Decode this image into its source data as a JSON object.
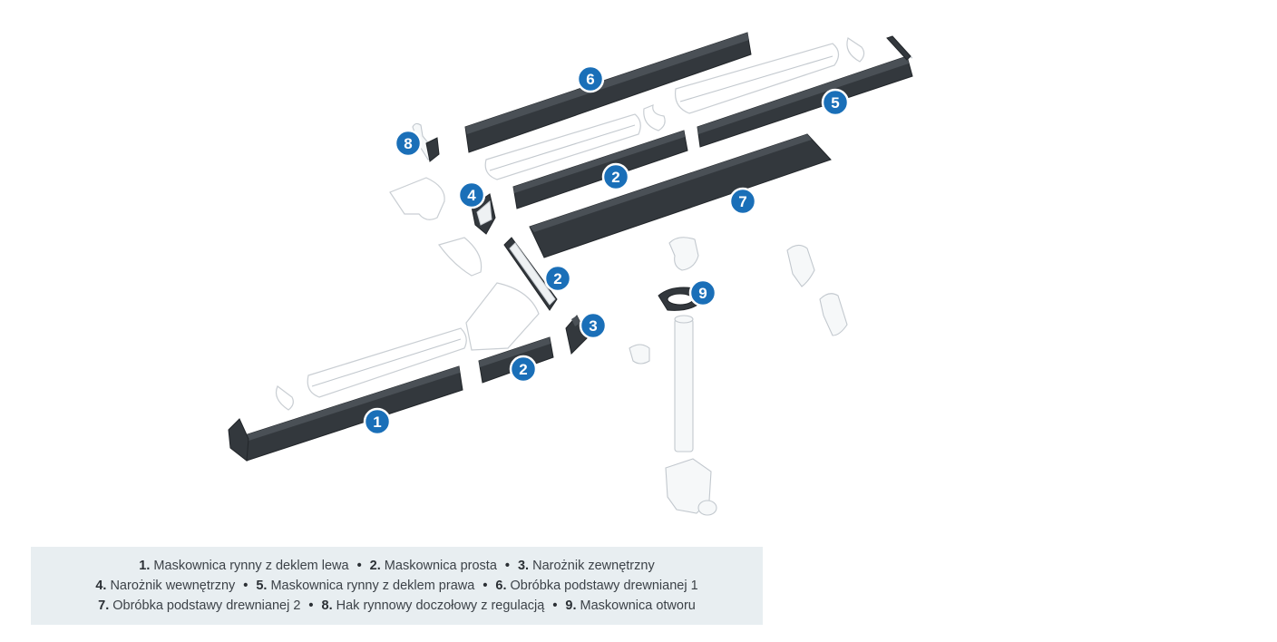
{
  "badges": [
    {
      "id": "1"
    },
    {
      "id": "2"
    },
    {
      "id": "3"
    },
    {
      "id": "4"
    },
    {
      "id": "5"
    },
    {
      "id": "6"
    },
    {
      "id": "7"
    },
    {
      "id": "8"
    },
    {
      "id": "9"
    }
  ],
  "legend": {
    "rows": [
      [
        {
          "num": "1.",
          "text": "Maskownica rynny z deklem lewa"
        },
        {
          "num": "2.",
          "text": "Maskownica prosta"
        },
        {
          "num": "3.",
          "text": "Narożnik zewnętrzny"
        }
      ],
      [
        {
          "num": "4.",
          "text": "Narożnik wewnętrzny"
        },
        {
          "num": "5.",
          "text": "Maskownica rynny z deklem prawa"
        },
        {
          "num": "6.",
          "text": "Obróbka podstawy drewnianej 1"
        }
      ],
      [
        {
          "num": "7.",
          "text": "Obróbka podstawy drewnianej 2"
        },
        {
          "num": "8.",
          "text": "Hak rynnowy doczołowy z regulacją"
        },
        {
          "num": "9.",
          "text": "Maskownica otworu"
        }
      ]
    ],
    "separator": "•"
  },
  "colors": {
    "badge": "#1a6fb8",
    "dark_part": "#33383d",
    "legend_bg": "#e8eef1"
  }
}
